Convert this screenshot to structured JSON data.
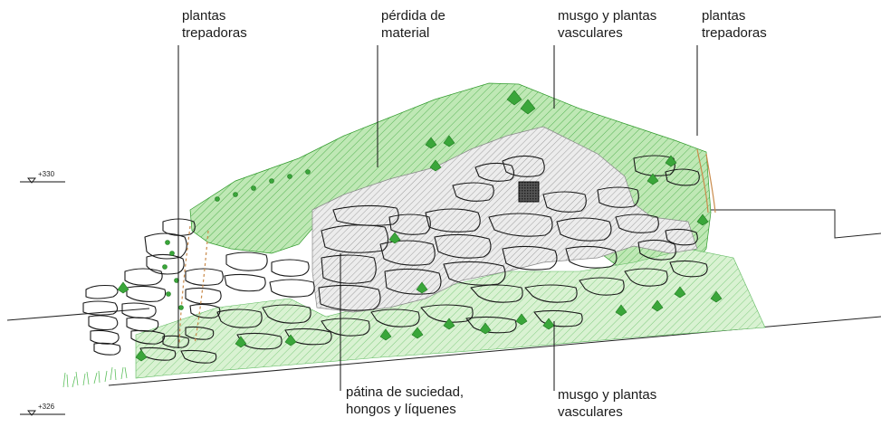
{
  "labels": {
    "climbing_left": "plantas\ntrepadoras",
    "material_loss": "pérdida de\nmaterial",
    "moss_top": "musgo y plantas\nvasculares",
    "climbing_right": "plantas\ntrepadoras",
    "patina": "pátina de suciedad,\nhongos y líquenes",
    "moss_bottom": "musgo y plantas\nvasculares"
  },
  "levels": {
    "upper": "+330",
    "lower": "+326"
  },
  "colors": {
    "vegetation": "#8fd882",
    "vegetation_dark": "#2f9a2a",
    "patina_hatch": "#9a9a9a",
    "stone_outline": "#1a1a1a",
    "hatch_green": "#5cb85c"
  }
}
